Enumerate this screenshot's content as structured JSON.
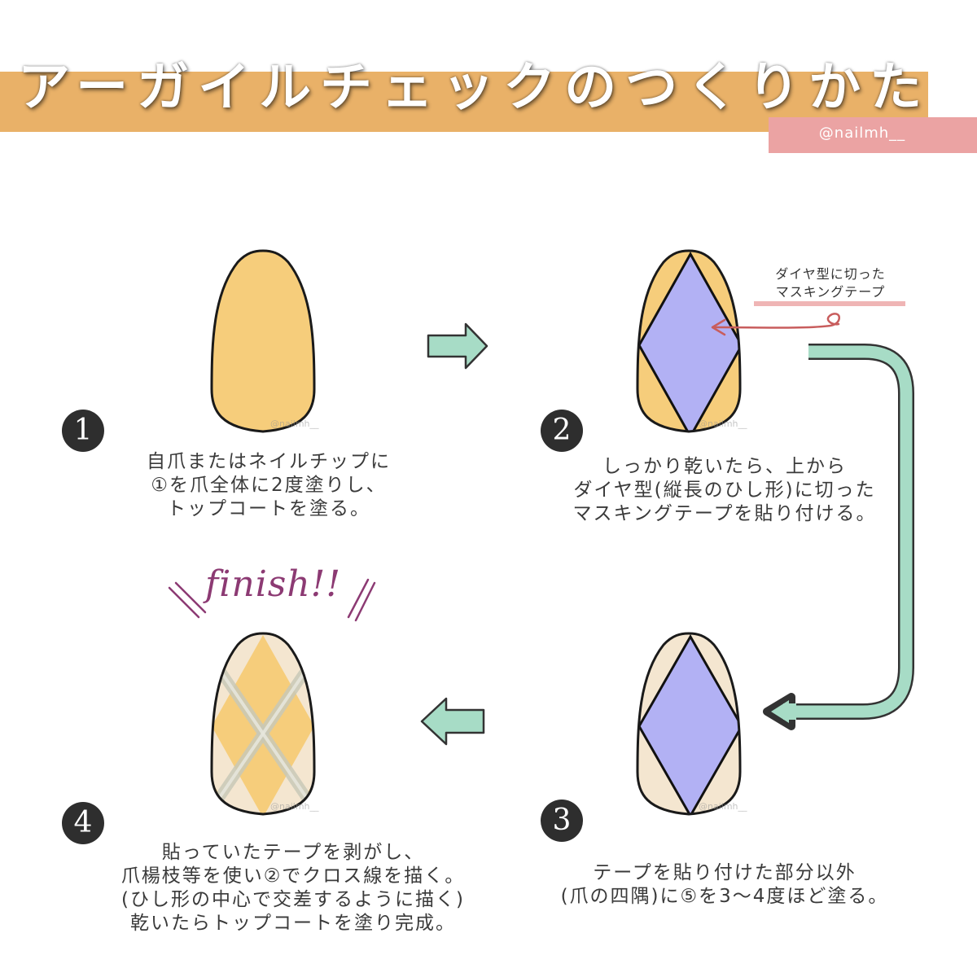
{
  "header": {
    "title": "アーガイルチェックのつくりかた",
    "handle": "@nailmh__"
  },
  "colors": {
    "title_band": "#e9b168",
    "handle_band": "#eba3a3",
    "nail_yellow": "#f6cd7b",
    "diamond_purple": "#b2b1f4",
    "nail_beige": "#f4e6d0",
    "arrow_mint": "#a7dcc6",
    "finish_text": "#8c3a73"
  },
  "steps": [
    {
      "number": "1",
      "lines": [
        "自爪またはネイルチップに",
        "①を爪全体に2度塗りし、",
        "トップコートを塗る。"
      ]
    },
    {
      "number": "2",
      "lines": [
        "しっかり乾いたら、上から",
        "ダイヤ型(縦長のひし形)に切った",
        "マスキングテープを貼り付ける。"
      ]
    },
    {
      "number": "3",
      "lines": [
        "テープを貼り付けた部分以外",
        "(爪の四隅)に⑤を3〜4度ほど塗る。"
      ]
    },
    {
      "number": "4",
      "lines": [
        "貼っていたテープを剥がし、",
        "爪楊枝等を使い②でクロス線を描く。",
        "(ひし形の中心で交差するように描く)",
        "乾いたらトップコートを塗り完成。"
      ]
    }
  ],
  "callout": {
    "lines": [
      "ダイヤ型に切った",
      "マスキングテープ"
    ]
  },
  "finish": {
    "text": "finish!!"
  },
  "watermark": "@nailmh__"
}
